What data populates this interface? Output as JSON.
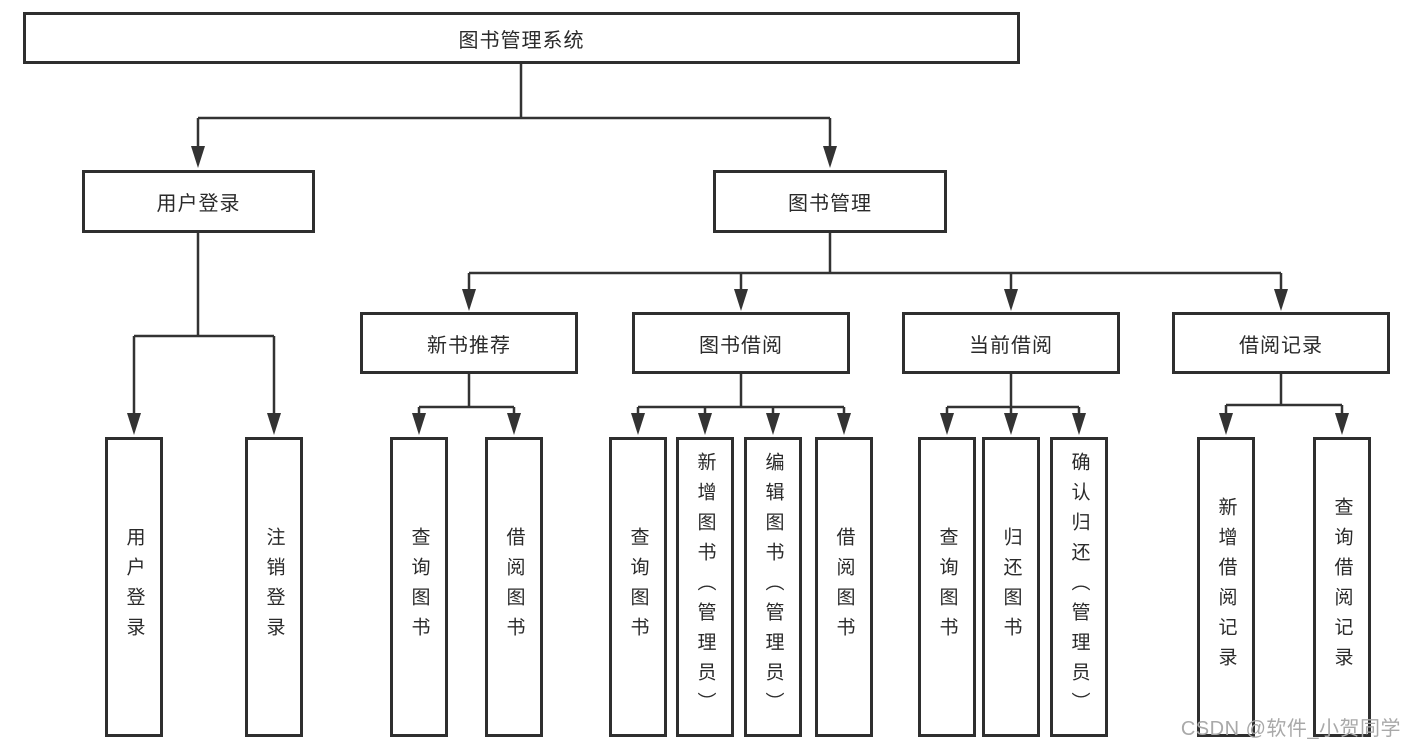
{
  "diagram": {
    "root": {
      "label": "图书管理系统"
    },
    "level2": [
      {
        "label": "用户登录"
      },
      {
        "label": "图书管理"
      }
    ],
    "level3": [
      {
        "label": "新书推荐"
      },
      {
        "label": "图书借阅"
      },
      {
        "label": "当前借阅"
      },
      {
        "label": "借阅记录"
      }
    ],
    "leaves": [
      {
        "label": "用户登录"
      },
      {
        "label": "注销登录"
      },
      {
        "label": "查询图书"
      },
      {
        "label": "借阅图书"
      },
      {
        "label": "查询图书"
      },
      {
        "label": "新增图书（管理员）"
      },
      {
        "label": "编辑图书（管理员）"
      },
      {
        "label": "借阅图书"
      },
      {
        "label": "查询图书"
      },
      {
        "label": "归还图书"
      },
      {
        "label": "确认归还（管理员）"
      },
      {
        "label": "新增借阅记录"
      },
      {
        "label": "查询借阅记录"
      }
    ]
  },
  "watermark": {
    "text": "CSDN @软件_小贺同学"
  },
  "colors": {
    "line": "#333333",
    "border": "#2f2f2f",
    "text": "#2a2a2a",
    "watermark": "#a9a9a9"
  }
}
